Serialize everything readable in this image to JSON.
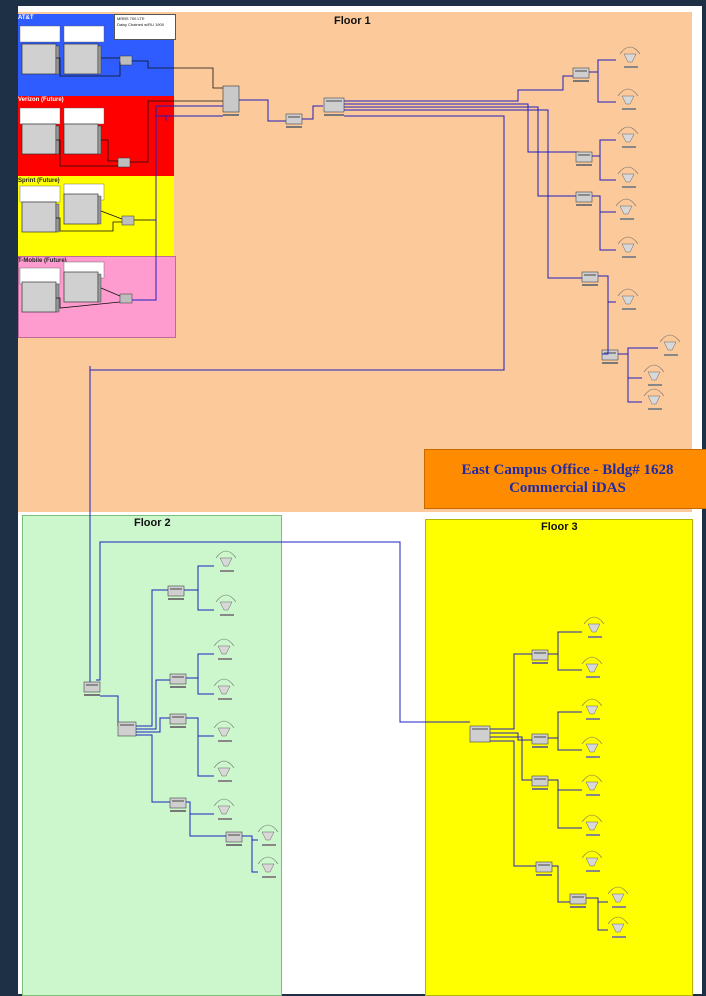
{
  "title": {
    "line1": "East Campus Office - Bldg# 1628",
    "line2": "Commercial iDAS"
  },
  "floors": [
    {
      "name": "Floor 1"
    },
    {
      "name": "Floor 2"
    },
    {
      "name": "Floor 3"
    }
  ],
  "carriers": [
    {
      "name": "AT&T",
      "color": "#2f5cff"
    },
    {
      "name": "Verizon (Future)",
      "color": "#ff0000"
    },
    {
      "name": "Sprint (Future)",
      "color": "#ffff00"
    },
    {
      "name": "T-Mobile (Future)",
      "color": "#ff9ccf"
    }
  ],
  "note": {
    "line1": "MRBS 700 LTE",
    "line2": "Daisy Chained w/RU 1900"
  },
  "colors": {
    "floor1_bg": "#fcc99a",
    "floor2_bg": "#ccf7cc",
    "floor3_bg": "#ffff00",
    "cable": "#2020c0",
    "title_bg": "#ff8c00",
    "title_text": "#1f2aa5"
  },
  "icons": {
    "antenna": "omni-antenna-icon",
    "splitter": "splitter-icon",
    "remote_unit": "remote-unit-icon",
    "head_end": "head-end-icon"
  }
}
